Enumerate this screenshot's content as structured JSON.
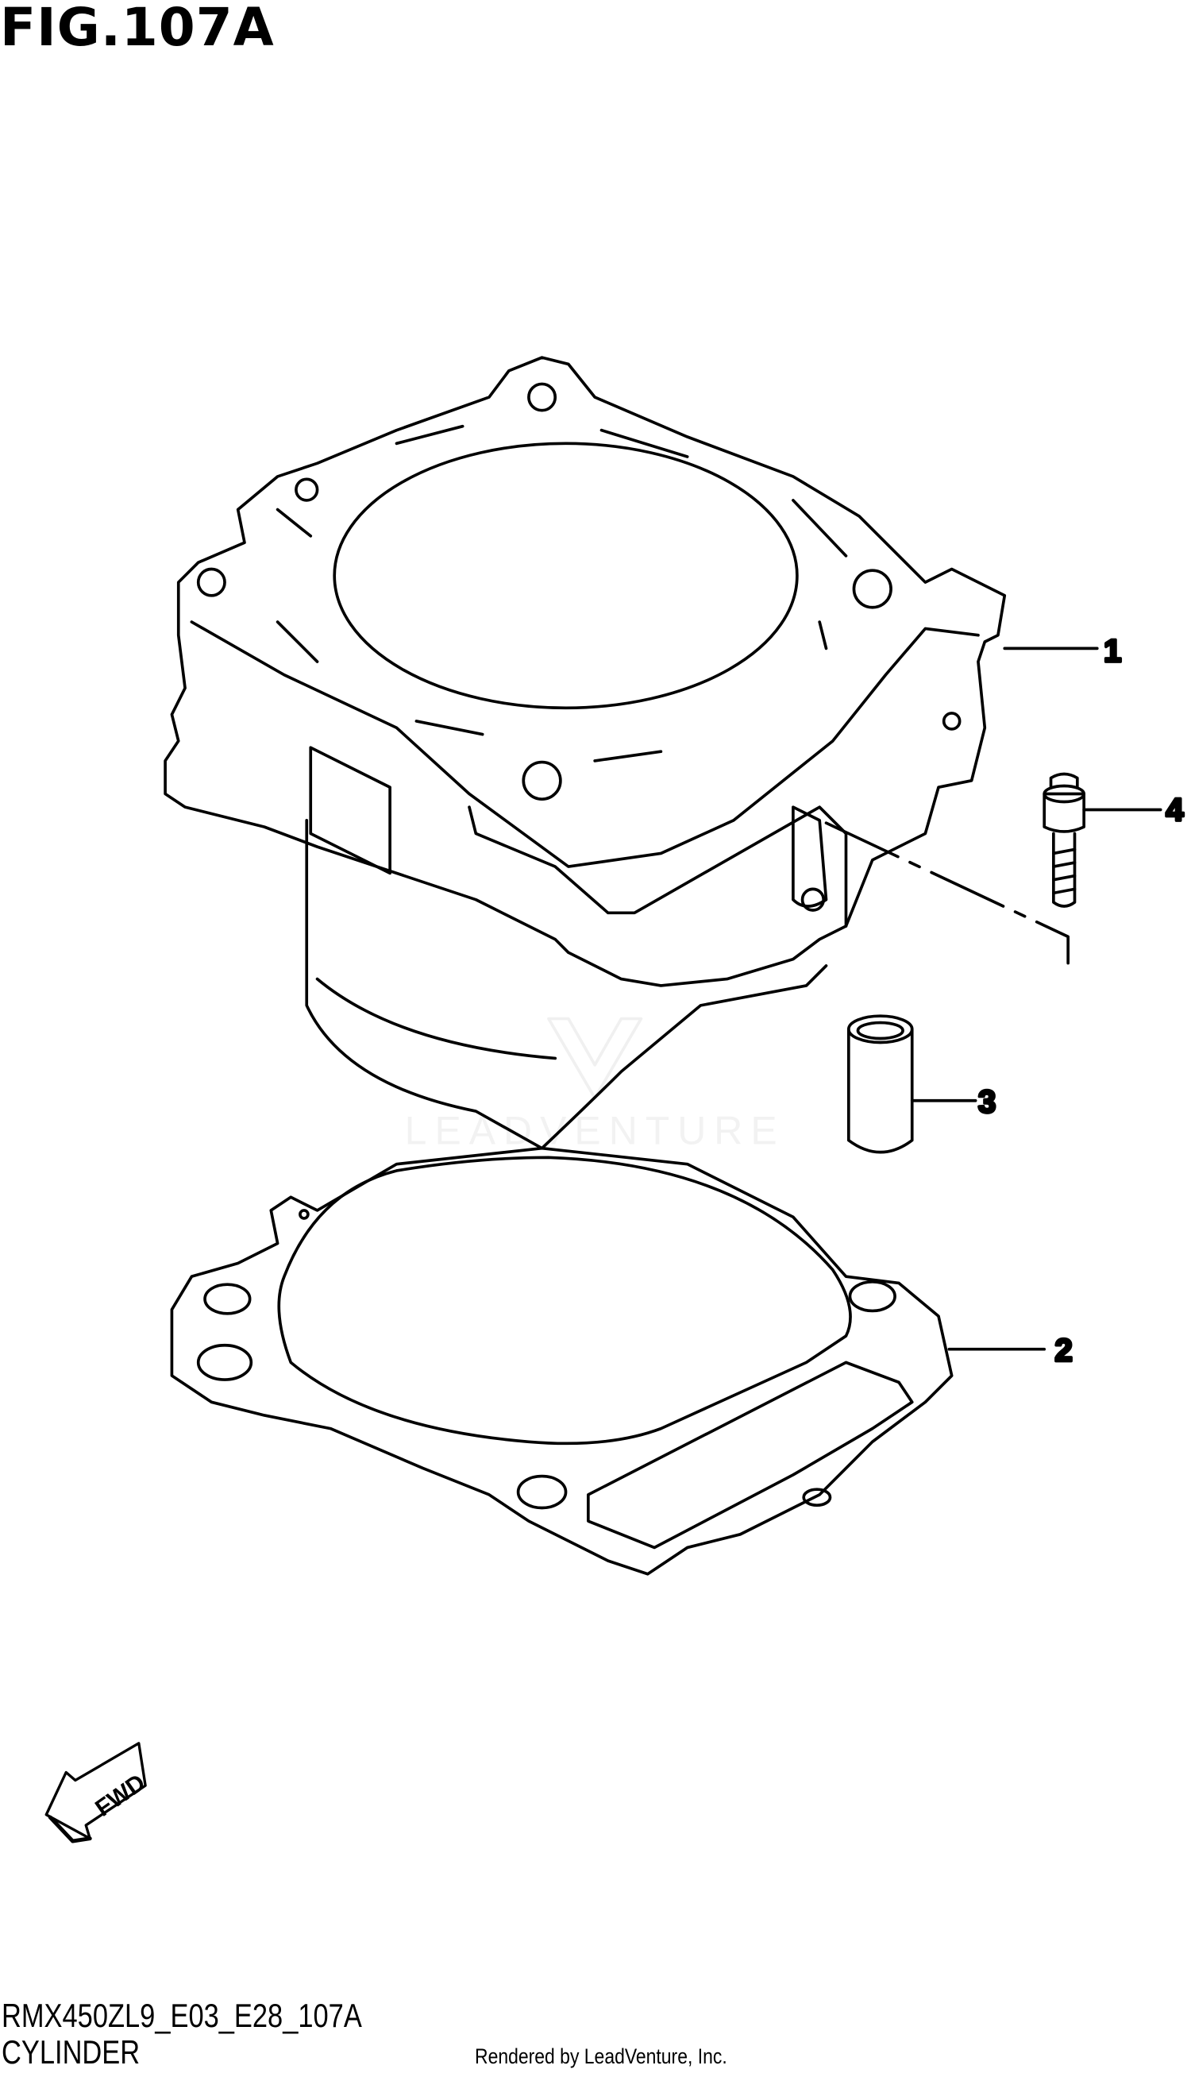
{
  "figure": {
    "title": "FIG.107A"
  },
  "callouts": [
    {
      "number": "1",
      "part": "cylinder"
    },
    {
      "number": "2",
      "part": "cylinder-base-gasket"
    },
    {
      "number": "3",
      "part": "dowel-pin"
    },
    {
      "number": "4",
      "part": "bolt"
    }
  ],
  "fwd_label": "FWD",
  "watermark": "LEADVENTURE",
  "footer": {
    "model_code": "RMX450ZL9_E03_E28_107A",
    "section": "CYLINDER",
    "rendered_by": "Rendered by LeadVenture, Inc."
  }
}
